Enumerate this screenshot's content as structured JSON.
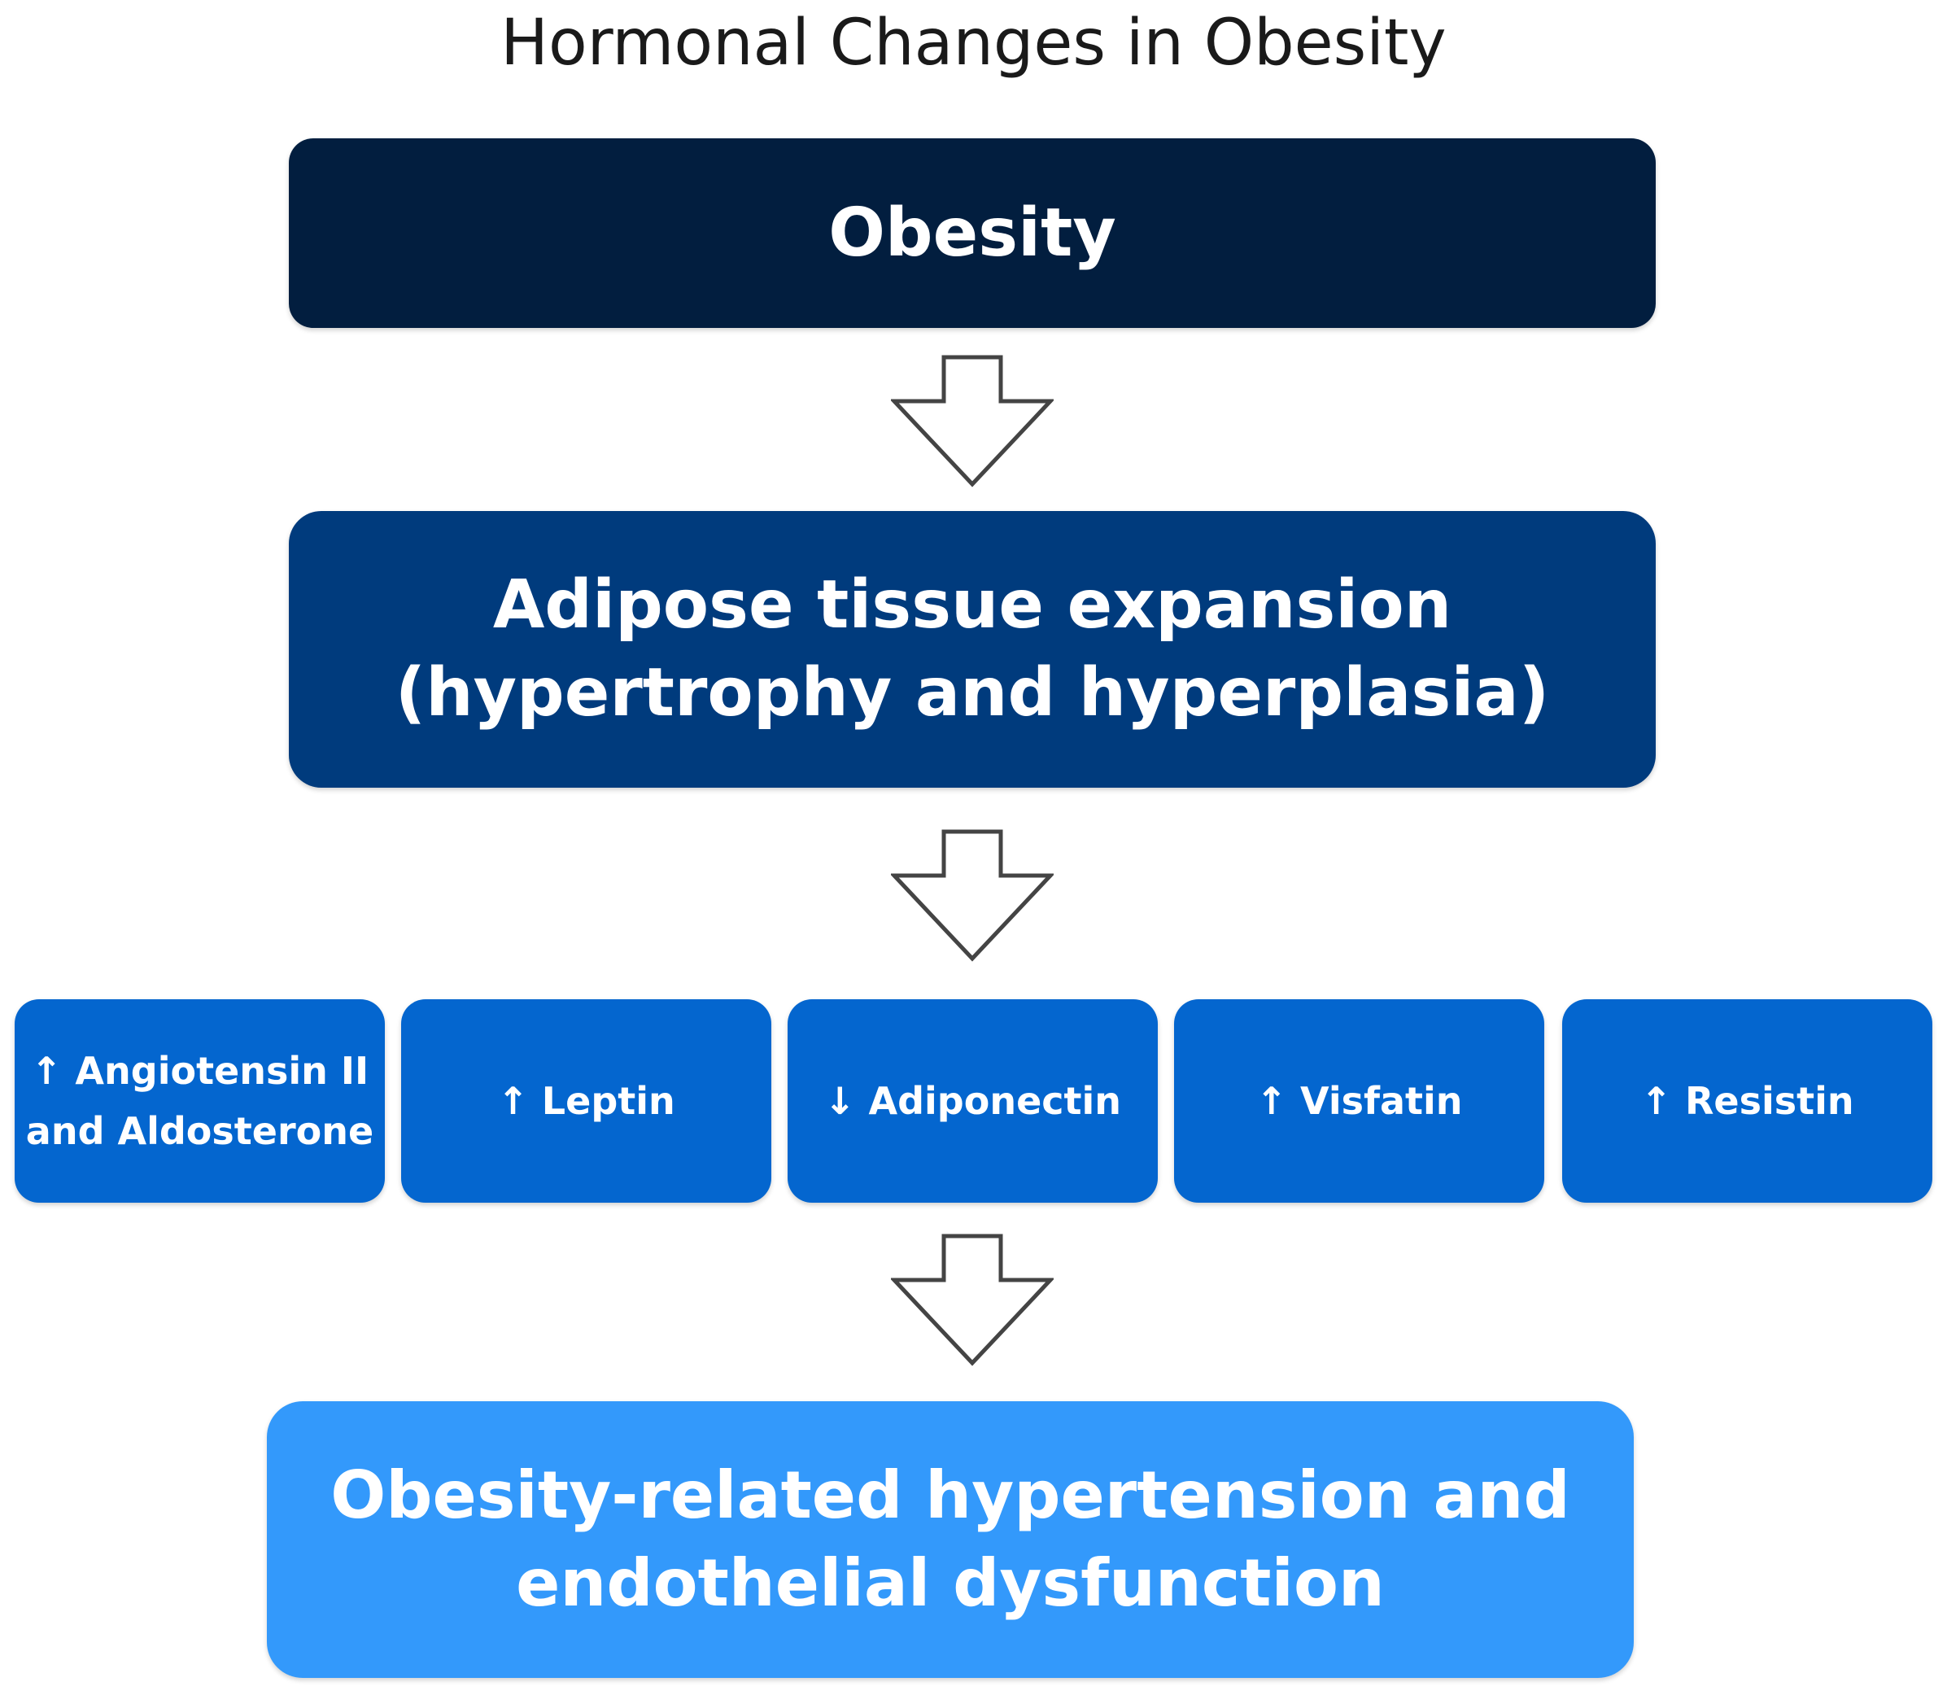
{
  "title": "Hormonal Changes in Obesity",
  "colors": {
    "obesity_box": "#021e3f",
    "adipose_box": "#003b7d",
    "hormone_box": "#0466cf",
    "outcome_box": "#3399fb",
    "arrow_stroke": "#444444",
    "arrow_fill": "#ffffff"
  },
  "nodes": {
    "obesity": {
      "label": "Obesity"
    },
    "adipose": {
      "line1": "Adipose tissue expansion",
      "line2": "(hypertrophy and hyperplasia)"
    },
    "hormones": [
      {
        "line1": "↑ Angiotensin II",
        "line2": "and Aldosterone"
      },
      {
        "line1": "↑ Leptin",
        "line2": ""
      },
      {
        "line1": "↓ Adiponectin",
        "line2": ""
      },
      {
        "line1": "↑ Visfatin",
        "line2": ""
      },
      {
        "line1": "↑ Resistin",
        "line2": ""
      }
    ],
    "outcome": {
      "line1": "Obesity-related hypertension and",
      "line2": "endothelial dysfunction"
    }
  },
  "arrows": [
    {
      "from": "obesity",
      "to": "adipose",
      "icon": "down-arrow-icon"
    },
    {
      "from": "adipose",
      "to": "hormones",
      "icon": "down-arrow-icon"
    },
    {
      "from": "hormones",
      "to": "outcome",
      "icon": "down-arrow-icon"
    }
  ]
}
